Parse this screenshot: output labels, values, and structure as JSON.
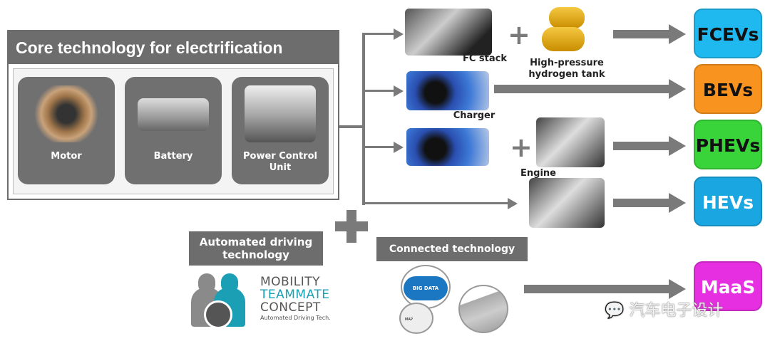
{
  "core": {
    "title": "Core technology for electrification",
    "items": [
      {
        "label": "Motor"
      },
      {
        "label": "Battery"
      },
      {
        "label": "Power Control Unit"
      }
    ]
  },
  "components": {
    "fc_stack": "FC stack",
    "tank": "High-pressure hydrogen tank",
    "charger": "Charger",
    "engine": "Engine"
  },
  "badges": [
    {
      "label": "FCEVs",
      "color": "#1fb8ef"
    },
    {
      "label": "BEVs",
      "color": "#f7931e"
    },
    {
      "label": "PHEVs",
      "color": "#39d43a"
    },
    {
      "label": "HEVs",
      "color": "#1aa6e0"
    },
    {
      "label": "MaaS",
      "color": "#e52fe0"
    }
  ],
  "automated": {
    "title": "Automated driving technology",
    "logo": {
      "line1": "MOBILITY",
      "line2": "TEAMMATE",
      "line3": "CONCEPT",
      "line4": "Automated Driving Tech."
    }
  },
  "connected": {
    "title": "Connected technology",
    "cloud": "BIG DATA",
    "map": "MAP"
  },
  "watermark": "汽车电子设计",
  "colors": {
    "gray": "#6d6d6d",
    "arrow": "#7a7a7a",
    "teal": "#1a9fb5"
  }
}
